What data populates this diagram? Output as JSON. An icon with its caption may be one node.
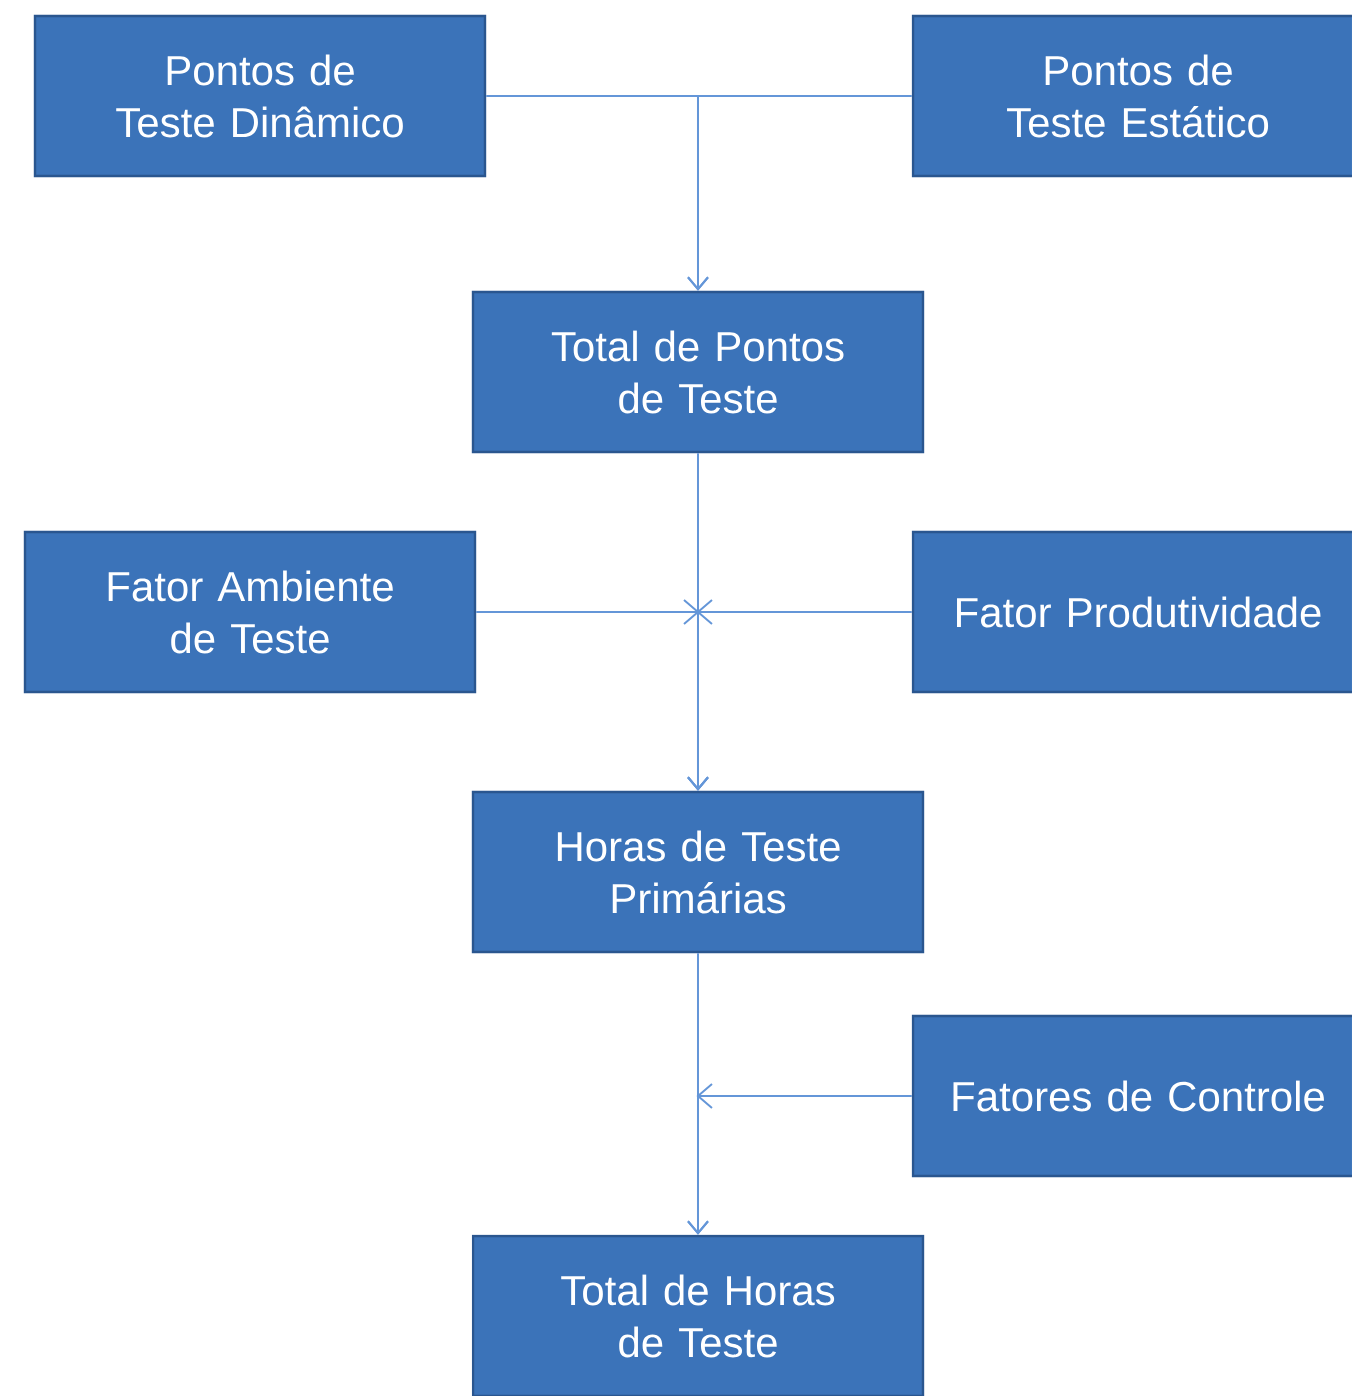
{
  "diagram": {
    "nodes": [
      {
        "text": [
          "Pontos de Teste Dinâmico"
        ]
      },
      {
        "text": [
          "Pontos de Teste Estático"
        ]
      },
      {
        "text": [
          "Total de Pontos de Teste"
        ]
      },
      {
        "text": [
          "Fator Ambiente de Teste"
        ]
      },
      {
        "text": [
          "Fator Produtividade"
        ]
      },
      {
        "text": [
          "Horas de Teste Primárias"
        ]
      },
      {
        "text": [
          "Fatores de Controle"
        ]
      },
      {
        "text": [
          "Total de Horas de Teste"
        ]
      }
    ],
    "edges": [
      {
        "from": 0,
        "to": 2,
        "arrow": "to"
      },
      {
        "from": 1,
        "to": 2,
        "arrow": "to"
      },
      {
        "from": 2,
        "to": 5,
        "arrow": "to"
      },
      {
        "from": 3,
        "to": 5,
        "arrow": "to"
      },
      {
        "from": 4,
        "to": 5,
        "arrow": "to"
      },
      {
        "from": 5,
        "to": 7,
        "arrow": "to"
      },
      {
        "from": 6,
        "to": 7,
        "arrow": "to"
      }
    ]
  }
}
